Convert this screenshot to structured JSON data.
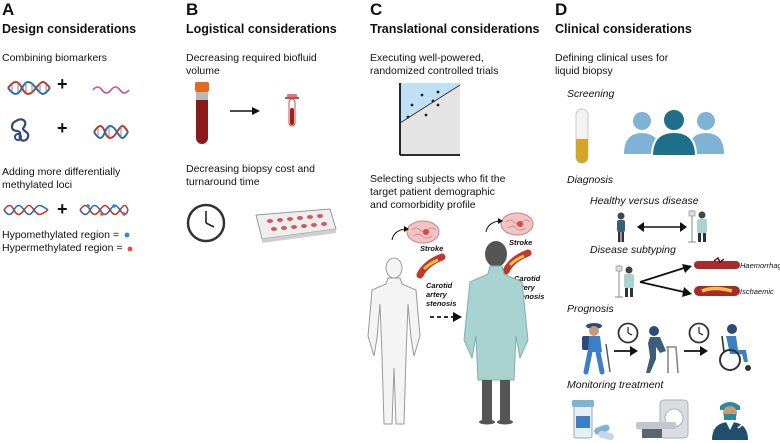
{
  "panels": {
    "a": {
      "letter": "A",
      "title": "Design considerations",
      "combining": "Combining biomarkers",
      "plus1": "+",
      "plus2": "+",
      "plus3": "+",
      "methyl_line1": "Adding more differentially",
      "methyl_line2": "methylated loci",
      "hypo": "Hypomethylated region =",
      "hyper": "Hypermethylated region ="
    },
    "b": {
      "letter": "B",
      "title": "Logistical considerations",
      "volume_line1": "Decreasing required biofluid",
      "volume_line2": "volume",
      "cost_line1": "Decreasing biopsy cost and",
      "cost_line2": "turnaround time"
    },
    "c": {
      "letter": "C",
      "title": "Translational considerations",
      "trials_line1": "Executing well-powered,",
      "trials_line2": "randomized controlled trials",
      "select_line1": "Selecting subjects who fit the",
      "select_line2": "target patient demographic",
      "select_line3": "and comorbidity profile",
      "stroke1": "Stroke",
      "stroke2": "Stroke",
      "carotid1_l1": "Carotid",
      "carotid1_l2": "artery",
      "carotid1_l3": "stenosis",
      "carotid2_l1": "Carotid",
      "carotid2_l2": "artery",
      "carotid2_l3": "stenosis"
    },
    "d": {
      "letter": "D",
      "title": "Clinical considerations",
      "uses_line1": "Defining clinical uses for",
      "uses_line2": "liquid biopsy",
      "screening": "Screening",
      "diagnosis": "Diagnosis",
      "healthy": "Healthy versus disease",
      "subtyping": "Disease subtyping",
      "haemorrhagic": "Haemorrhagic",
      "ischaemic": "Ischaemic",
      "prognosis": "Prognosis",
      "monitoring": "Monitoring treatment"
    }
  },
  "colors": {
    "dna_red": "#c0392b",
    "dna_blue": "#2e6da4",
    "rna_pink": "#c54aa8",
    "hypo_dot": "#2e86de",
    "hyper_dot": "#e74c3c",
    "people_light": "#7fb3d5",
    "people_dark": "#1f6f8b",
    "blood": "#8b1a1a",
    "patient_gown": "#a9d3d0",
    "plot_shade": "#bfe0f5"
  }
}
